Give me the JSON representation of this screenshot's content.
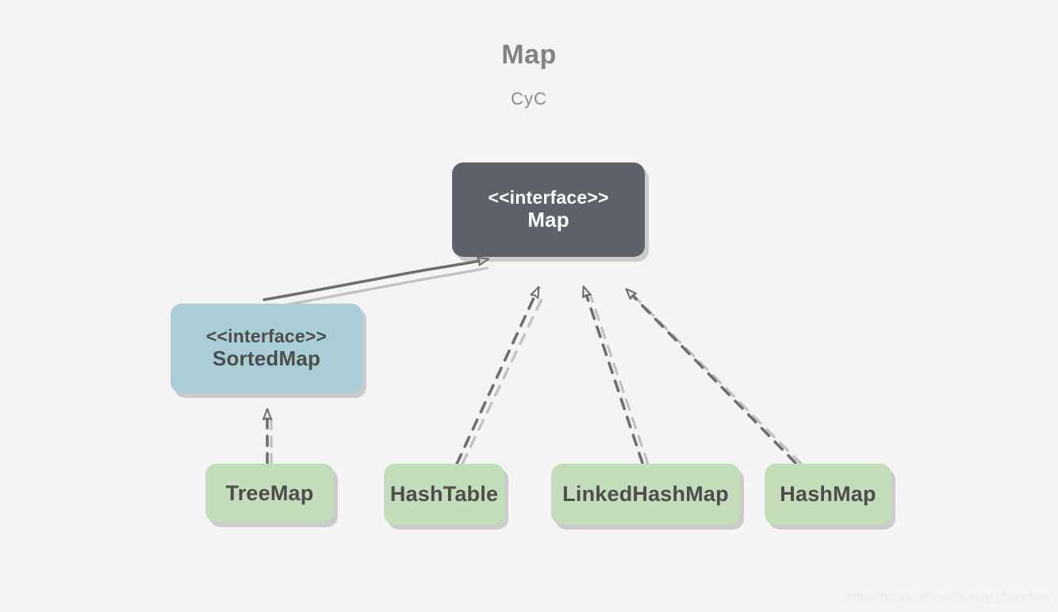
{
  "page": {
    "background_color": "#f4f4f4",
    "title": "Map",
    "subtitle": "CyC",
    "watermark": "https://blog.csdn.net/wang_chaochen"
  },
  "palette": {
    "interface_dark_fill": "#5d626a",
    "interface_dark_text": "#ffffff",
    "interface_blue_fill": "#a9ced8",
    "implementation_green_fill": "#c3dcb9",
    "node_text": "#4d4d4d",
    "title_text": "#828282",
    "connector_stroke": "#6e6e6e",
    "connector_shadow": "#bdbdbd",
    "watermark_text": "#ececec"
  },
  "diagram": {
    "type": "uml-class-diagram",
    "nodes": [
      {
        "id": "map",
        "stereotype": "<<interface>>",
        "name": "Map",
        "kind": "interface",
        "fill": "#5d626a"
      },
      {
        "id": "sortedmap",
        "stereotype": "<<interface>>",
        "name": "SortedMap",
        "kind": "interface",
        "fill": "#a9ced8"
      },
      {
        "id": "treemap",
        "stereotype": "",
        "name": "TreeMap",
        "kind": "class",
        "fill": "#c3dcb9"
      },
      {
        "id": "hashtable",
        "stereotype": "",
        "name": "HashTable",
        "kind": "class",
        "fill": "#c3dcb9"
      },
      {
        "id": "linkedhashmap",
        "stereotype": "",
        "name": "LinkedHashMap",
        "kind": "class",
        "fill": "#c3dcb9"
      },
      {
        "id": "hashmap",
        "stereotype": "",
        "name": "HashMap",
        "kind": "class",
        "fill": "#c3dcb9"
      }
    ],
    "edges": [
      {
        "from": "sortedmap",
        "to": "map",
        "style": "solid",
        "arrow": "hollow-triangle",
        "relation": "extends"
      },
      {
        "from": "treemap",
        "to": "sortedmap",
        "style": "dashed",
        "arrow": "hollow-triangle",
        "relation": "implements"
      },
      {
        "from": "hashtable",
        "to": "map",
        "style": "dashed",
        "arrow": "hollow-triangle",
        "relation": "implements"
      },
      {
        "from": "linkedhashmap",
        "to": "map",
        "style": "dashed",
        "arrow": "hollow-triangle",
        "relation": "implements"
      },
      {
        "from": "hashmap",
        "to": "map",
        "style": "dashed",
        "arrow": "hollow-triangle",
        "relation": "implements"
      }
    ]
  }
}
